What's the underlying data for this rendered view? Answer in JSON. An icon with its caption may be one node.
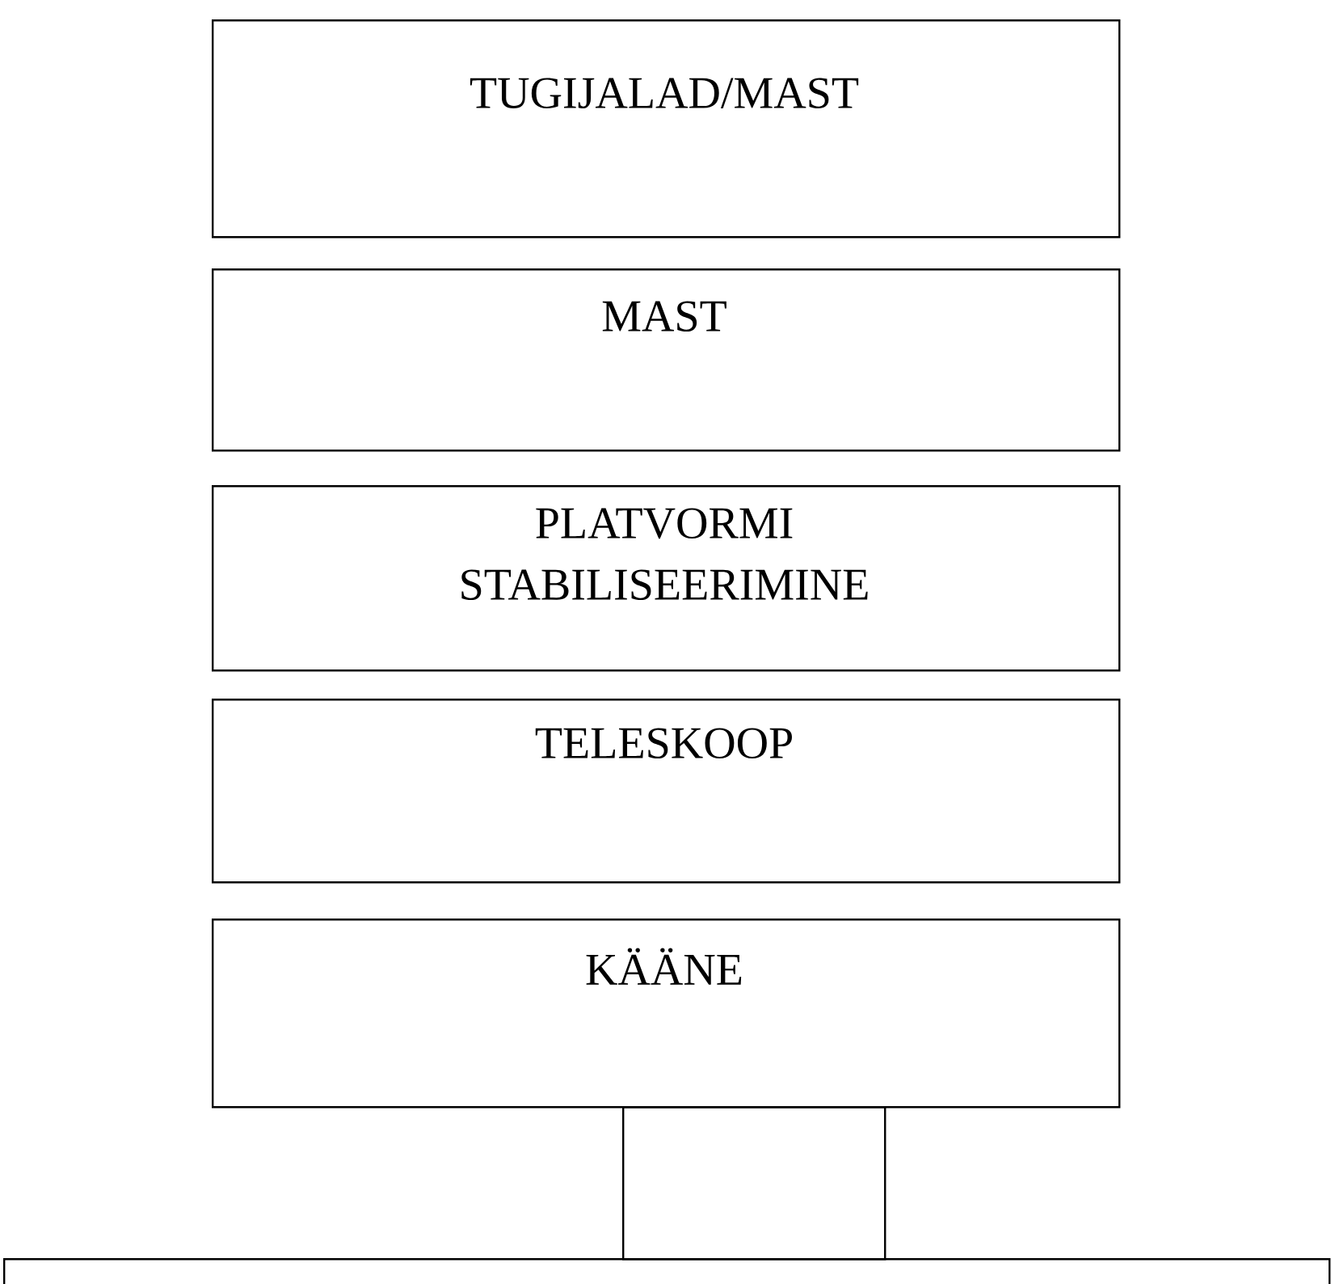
{
  "diagram": {
    "nodes": [
      {
        "text": [
          "TUGIJALAD/MAST"
        ]
      },
      {
        "text": [
          "MAST"
        ]
      },
      {
        "text": [
          "PLATVORMI STABILISEERIMINE"
        ]
      },
      {
        "text": [
          "TELESKOOP"
        ]
      },
      {
        "text": [
          "KÄÄNE"
        ]
      },
      {
        "text": [],
        "shape": "box"
      },
      {
        "text": [],
        "shape": "box"
      }
    ]
  }
}
